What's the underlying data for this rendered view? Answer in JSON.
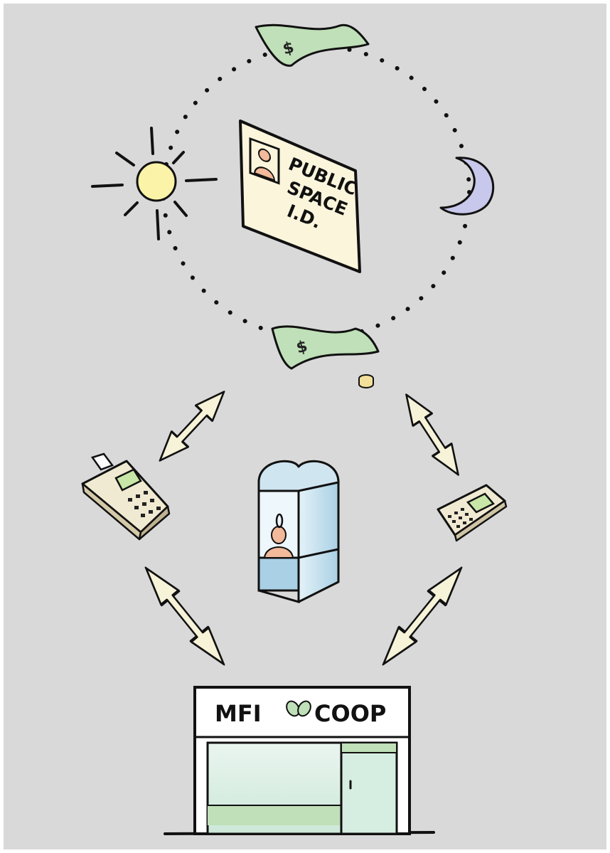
{
  "id_card": {
    "line1": "PUBLIC",
    "line2": "SPACE",
    "line3": "I.D."
  },
  "storefront": {
    "left_text": "MFI",
    "right_text": "COOP"
  },
  "icons": {
    "sun": "sun-icon",
    "moon": "moon-icon",
    "money_top": "banknote-icon",
    "money_bottom": "banknote-icon",
    "coin": "coin-icon",
    "pos_terminal": "pos-terminal-icon",
    "kiosk": "kiosk-icon",
    "phone": "mobile-phone-icon",
    "building": "storefront-icon",
    "leaf": "leaf-icon",
    "arrow": "double-arrow-icon"
  },
  "colors": {
    "background": "#d9d9d9",
    "money": "#bfe0b8",
    "sun": "#faf3a8",
    "moon": "#c8c8ec",
    "card": "#fbf5dc",
    "kiosk": "#cfe5f0",
    "arrow": "#f6f3d8",
    "device": "#f1ead2",
    "screen": "#c7e6a7"
  }
}
